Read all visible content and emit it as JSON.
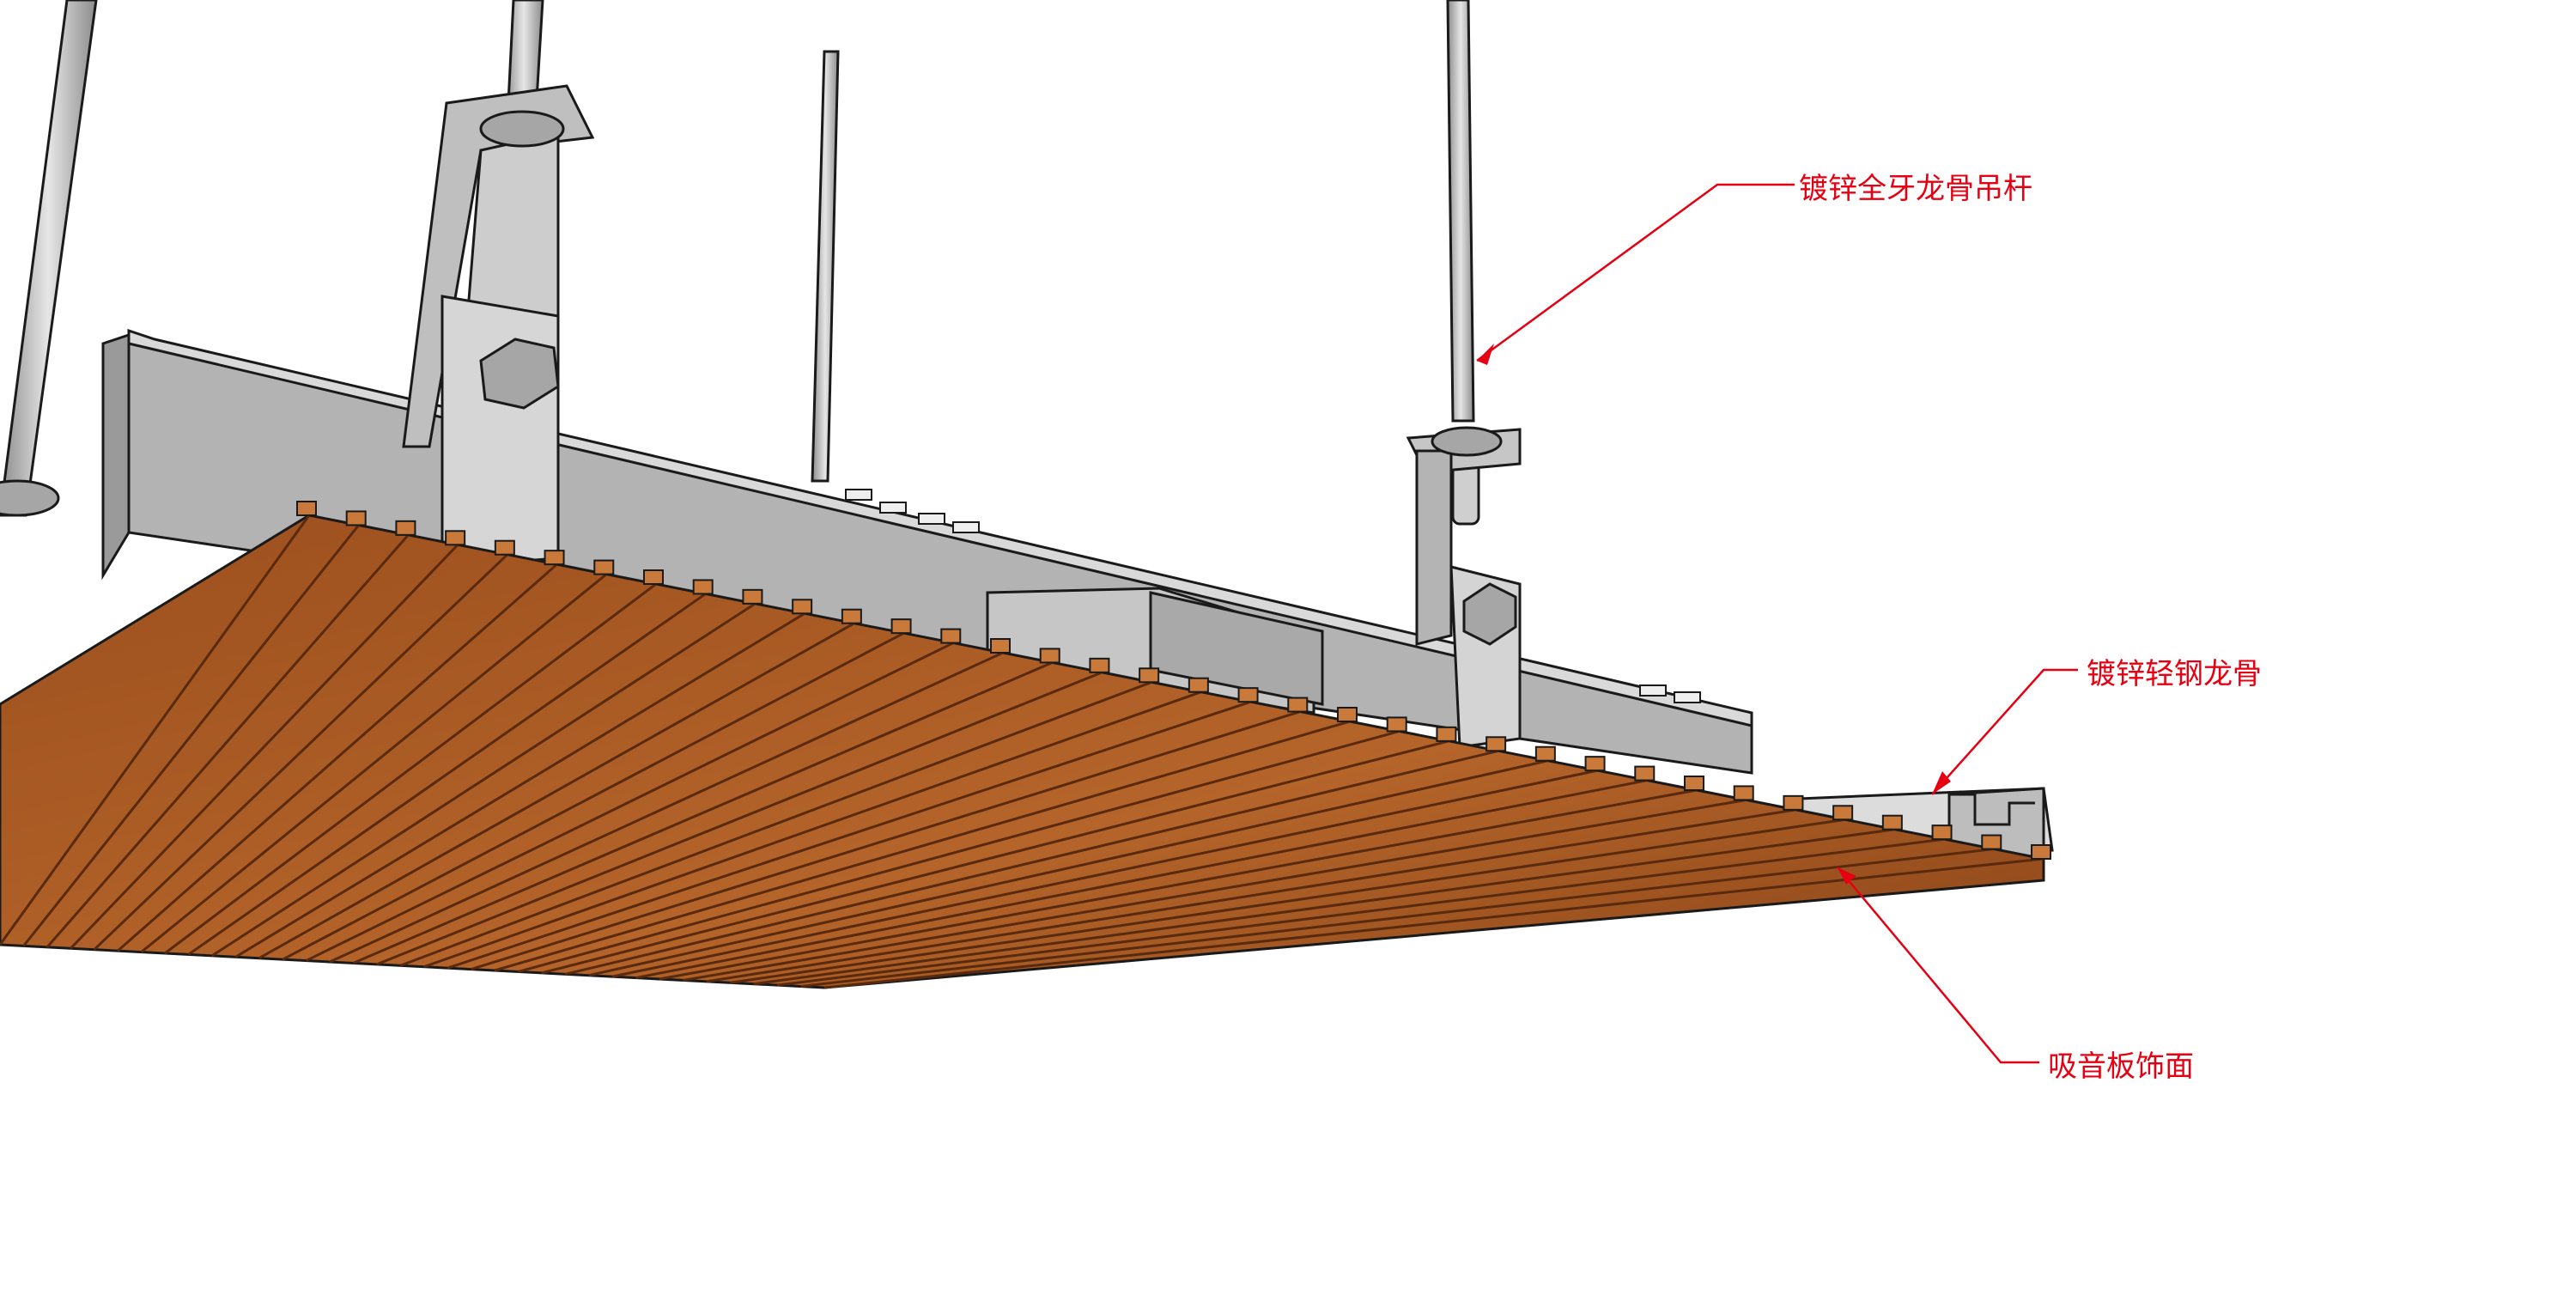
{
  "labels": {
    "hanger_rod": "镀锌全牙龙骨吊杆",
    "keel": "镀锌轻钢龙骨",
    "panel": "吸音板饰面"
  },
  "colors": {
    "callout": "#e60012",
    "steel_light": "#d4d4d4",
    "steel_mid": "#b8b8b8",
    "steel_dark": "#8e8e8e",
    "wood_top": "#a85a26",
    "wood_face": "#c1702f",
    "wood_dark": "#6b3312",
    "outline": "#1a1a1a"
  },
  "panel": {
    "slat_count": 36
  }
}
